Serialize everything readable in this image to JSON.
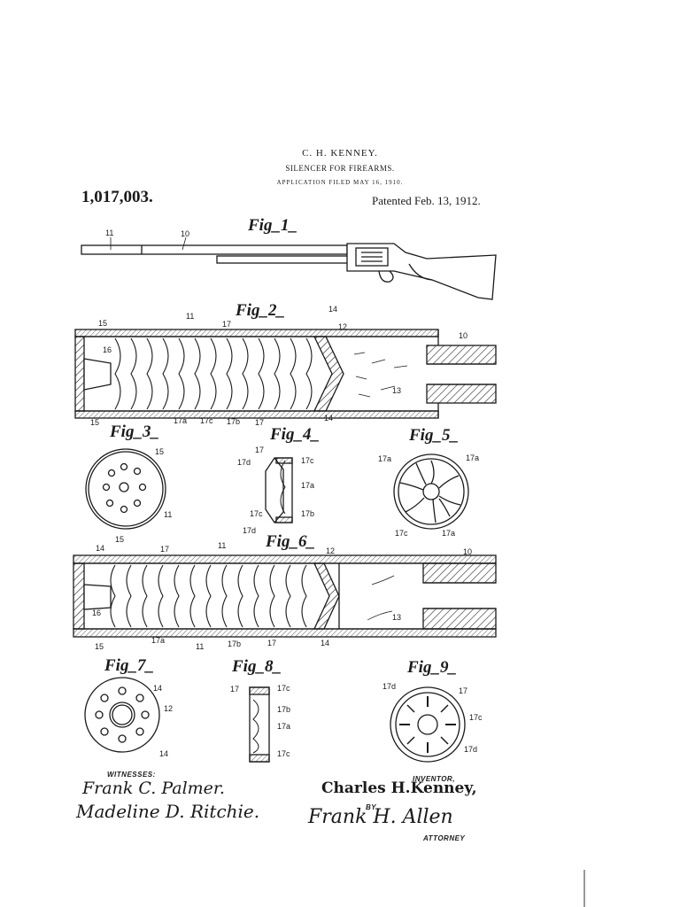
{
  "header": {
    "inventor": "C. H. KENNEY.",
    "title": "SILENCER FOR FIREARMS.",
    "application": "APPLICATION FILED MAY 16, 1910.",
    "patent_number": "1,017,003.",
    "patented": "Patented Feb. 13, 1912."
  },
  "figures": {
    "fig1": "Fig_1_",
    "fig2": "Fig_2_",
    "fig3": "Fig_3_",
    "fig4": "Fig_4_",
    "fig5": "Fig_5_",
    "fig6": "Fig_6_",
    "fig7": "Fig_7_",
    "fig8": "Fig_8_",
    "fig9": "Fig_9_"
  },
  "refs": {
    "fig1": [
      "11",
      "10"
    ],
    "fig2": [
      "15",
      "16",
      "11",
      "17",
      "14",
      "12",
      "10",
      "13",
      "15",
      "17a",
      "17c",
      "17b",
      "17",
      "14"
    ],
    "fig3": [
      "15",
      "11",
      "15"
    ],
    "fig4": [
      "17",
      "17d",
      "17c",
      "17a",
      "17b",
      "17c",
      "17d"
    ],
    "fig5": [
      "17a",
      "17a",
      "17c",
      "17a"
    ],
    "fig6": [
      "14",
      "17",
      "11",
      "12",
      "10",
      "16",
      "13",
      "15",
      "17a",
      "11",
      "17b",
      "17",
      "14"
    ],
    "fig7": [
      "14",
      "12",
      "14"
    ],
    "fig8": [
      "17",
      "17c",
      "17b",
      "17a",
      "17c"
    ],
    "fig9": [
      "17d",
      "17",
      "17c",
      "17d"
    ]
  },
  "footer": {
    "witnesses_label": "WITNESSES:",
    "witness1": "Frank C. Palmer.",
    "witness2": "Madeline D. Ritchie.",
    "inventor_label": "INVENTOR,",
    "inventor_name": "Charles H.Kenney,",
    "by": "BY",
    "attorney_sig": "Frank H. Allen",
    "attorney_label": "ATTORNEY"
  }
}
